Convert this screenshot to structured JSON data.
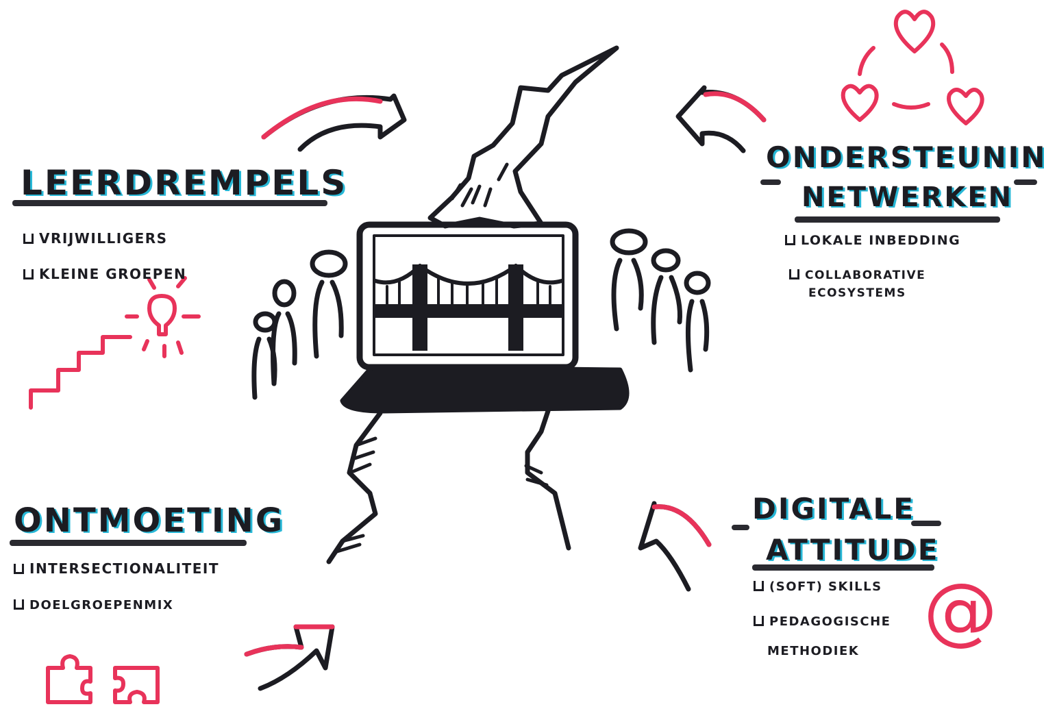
{
  "sections": {
    "leerdrempels": {
      "title": "LEERDREMPELS",
      "items": [
        "VRIJWILLIGERS",
        "KLEINE GROEPEN"
      ]
    },
    "ondersteuning": {
      "title_line1": "ONDERSTEUNING",
      "title_line2": "NETWERKEN",
      "items": [
        "LOKALE INBEDDING",
        "COLLABORATIVE",
        "ECOSYSTEMS"
      ]
    },
    "ontmoeting": {
      "title": "ONTMOETING",
      "items": [
        "INTERSECTIONALITEIT",
        "DOELGROEPENMIX"
      ]
    },
    "digitale": {
      "title_line1": "DIGITALE",
      "title_line2": "ATTITUDE",
      "items": [
        "(SOFT) SKILLS",
        "PEDAGOGISCHE",
        "METHODIEK"
      ]
    }
  },
  "symbols": {
    "at": "@"
  },
  "colors": {
    "ink": "#1c1c22",
    "accent_red": "#e8335a",
    "accent_blue": "#27b7d6"
  },
  "icons": [
    "lightbulb-icon",
    "stairs-icon",
    "hearts-icon",
    "puzzle-icon",
    "at-icon",
    "bridge-laptop-icon",
    "people-icon",
    "arrow-icon"
  ]
}
